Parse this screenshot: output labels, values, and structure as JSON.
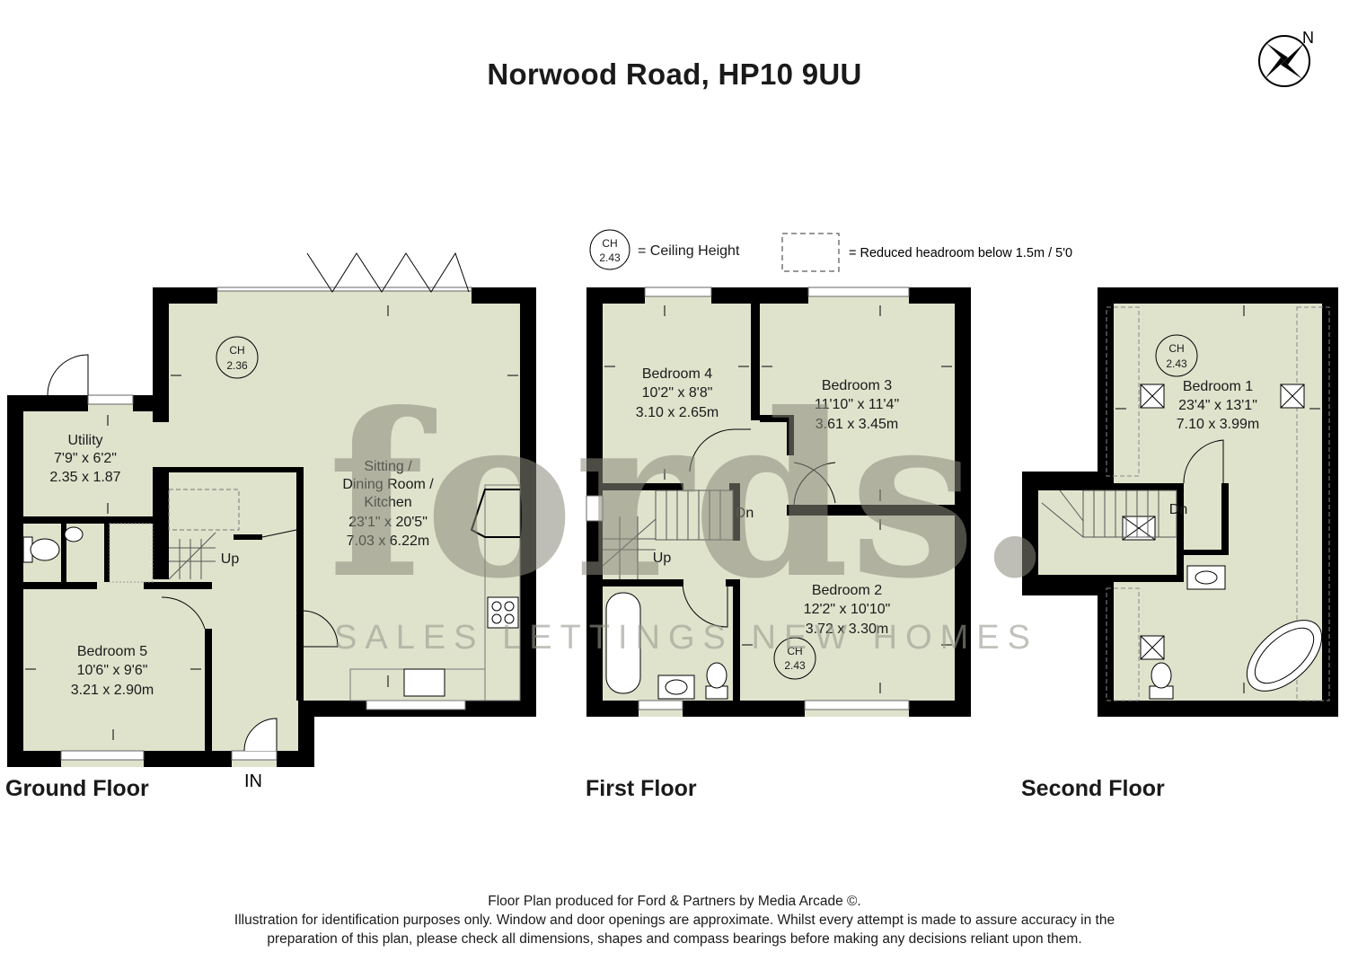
{
  "title": "Norwood Road, HP10 9UU",
  "compass_label": "N",
  "legend": {
    "ch_badge": "CH",
    "ch_value": "2.43",
    "ch_text": "= Ceiling Height",
    "reduced_text": "= Reduced headroom below 1.5m / 5'0"
  },
  "watermark": {
    "logo": "fords.",
    "tagline": "SALES  LETTINGS  NEW HOMES"
  },
  "floors": {
    "ground": {
      "label": "Ground Floor",
      "entrance": "IN",
      "stairs": "Up",
      "ceiling": {
        "badge": "CH",
        "value": "2.36"
      },
      "utility": {
        "name": "Utility",
        "imperial": "7'9\" x 6'2\"",
        "metric": "2.35 x 1.87"
      },
      "sitting": {
        "line1": "Sitting /",
        "line2": "Dining Room /",
        "line3": "Kitchen",
        "imperial": "23'1\" x 20'5\"",
        "metric": "7.03 x 6.22m"
      },
      "bedroom5": {
        "name": "Bedroom 5",
        "imperial": "10'6\" x 9'6\"",
        "metric": "3.21 x 2.90m"
      }
    },
    "first": {
      "label": "First Floor",
      "stairs_up": "Up",
      "stairs_down": "Dn",
      "ceiling": {
        "badge": "CH",
        "value": "2.43"
      },
      "bedroom4": {
        "name": "Bedroom 4",
        "imperial": "10'2\" x 8'8\"",
        "metric": "3.10 x 2.65m"
      },
      "bedroom3": {
        "name": "Bedroom 3",
        "imperial": "11'10\" x 11'4\"",
        "metric": "3.61 x 3.45m"
      },
      "bedroom2": {
        "name": "Bedroom 2",
        "imperial": "12'2\" x 10'10\"",
        "metric": "3.72 x 3.30m"
      }
    },
    "second": {
      "label": "Second Floor",
      "stairs_down": "Dn",
      "ceiling": {
        "badge": "CH",
        "value": "2.43"
      },
      "bedroom1": {
        "name": "Bedroom 1",
        "imperial": "23'4\" x 13'1\"",
        "metric": "7.10 x 3.99m"
      }
    }
  },
  "footer": {
    "line1": "Floor Plan produced for Ford & Partners by Media Arcade ©.",
    "line2": "Illustration for identification purposes only. Window and door openings are approximate. Whilst every attempt is made to assure accuracy in the",
    "line3": "preparation of this plan, please check all dimensions, shapes and compass bearings before making any decisions reliant upon them."
  },
  "colors": {
    "floor_fill": "#dfe3cc",
    "wall": "#000000",
    "watermark": "#8a8a7c"
  }
}
